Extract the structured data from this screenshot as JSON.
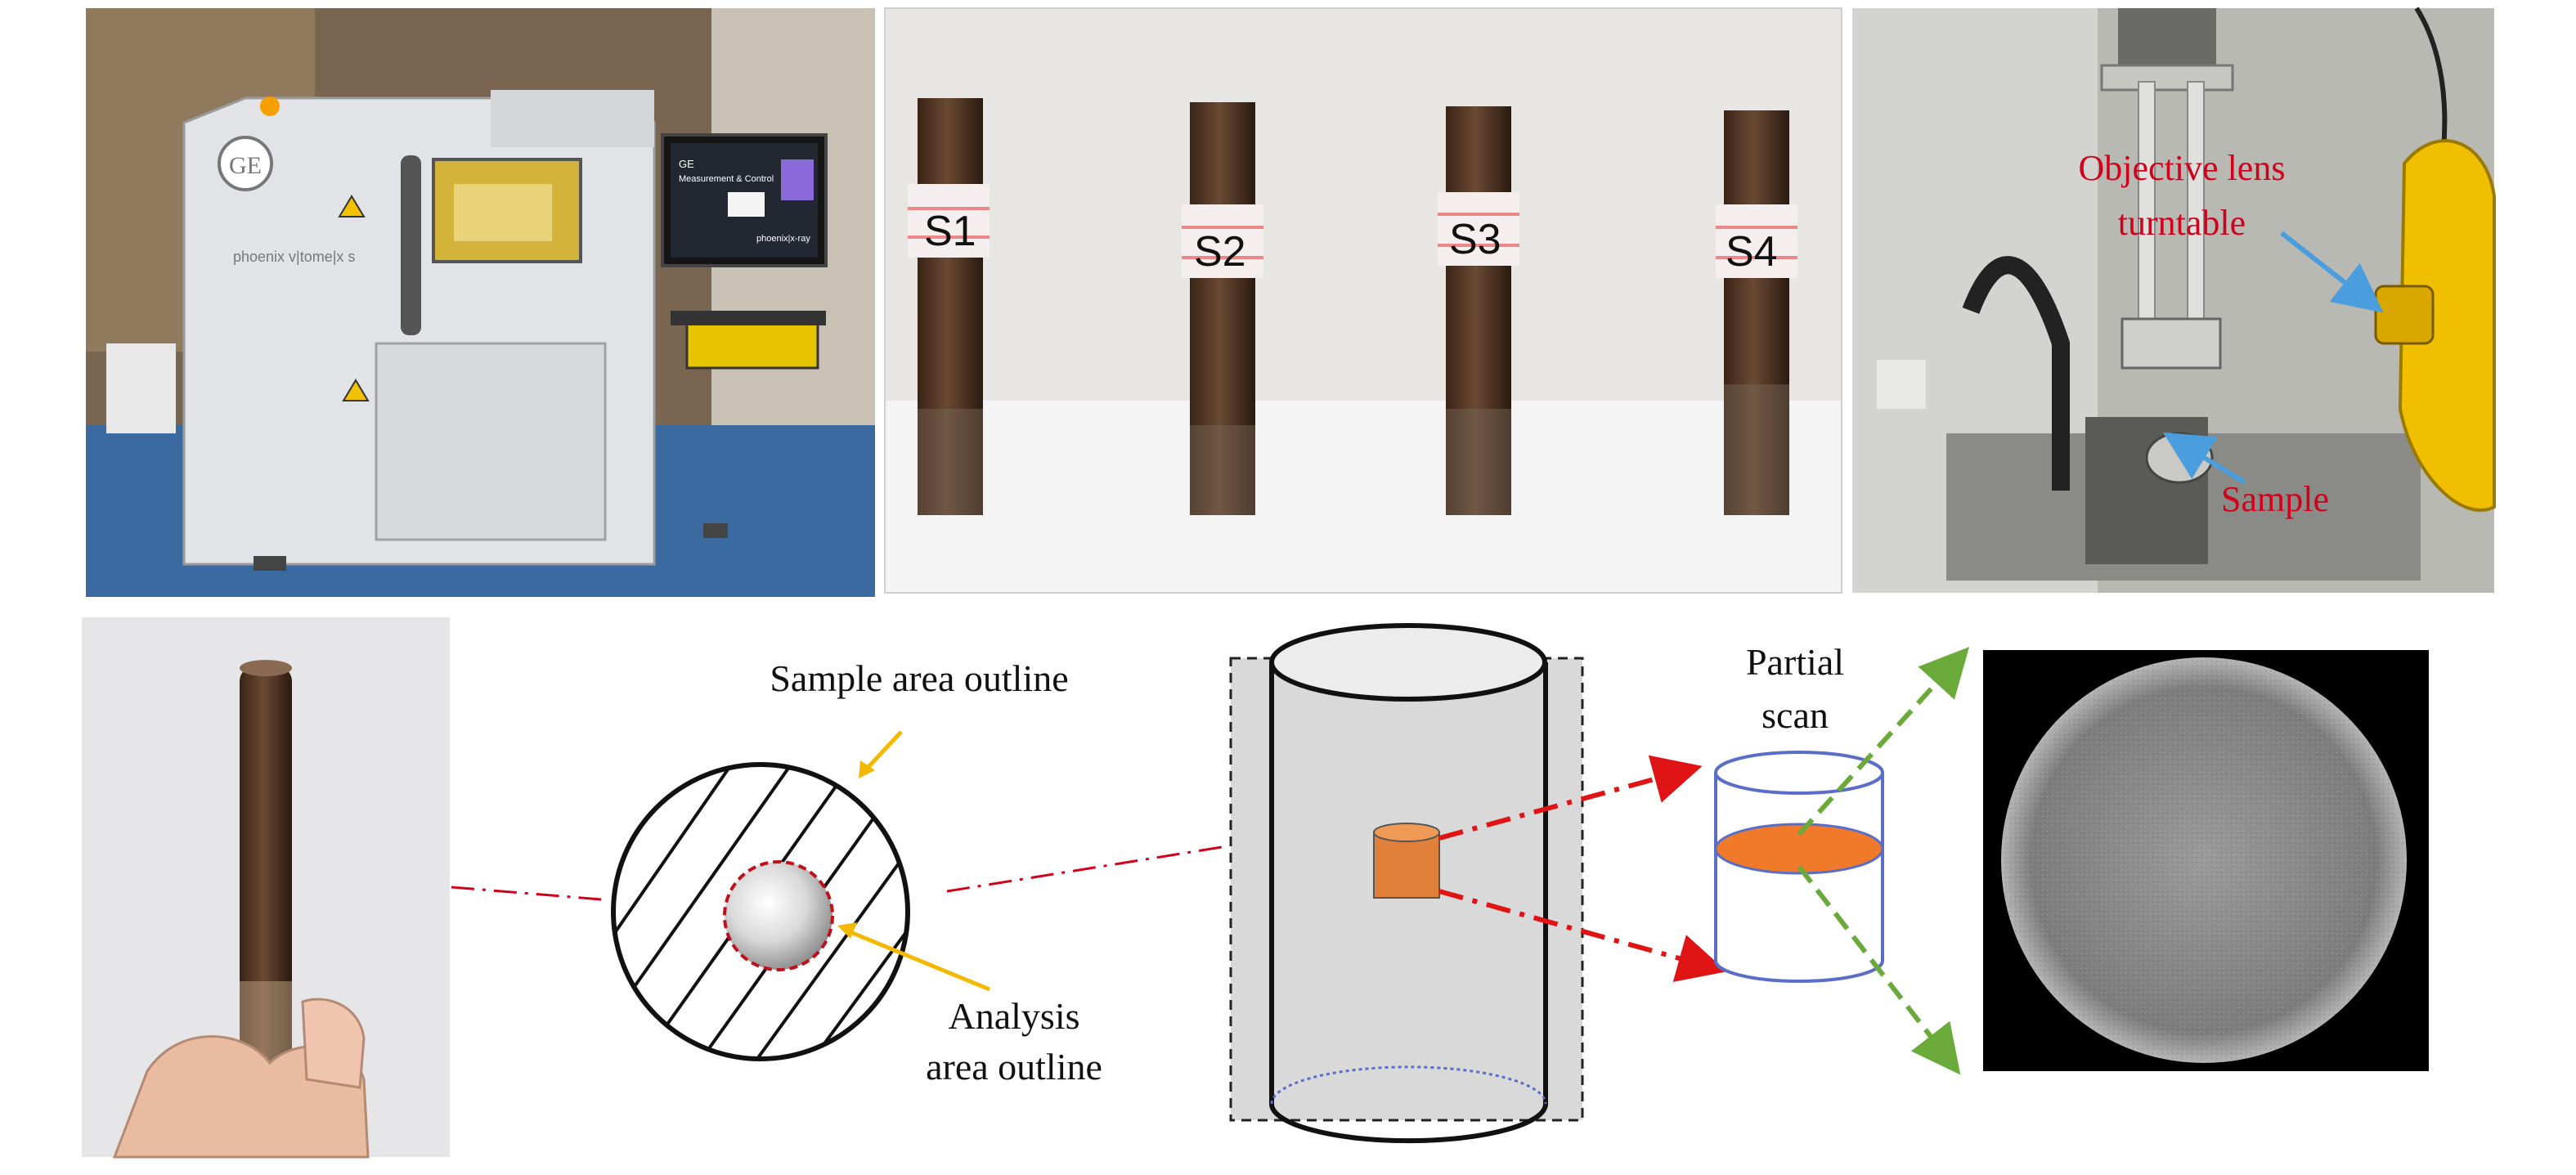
{
  "labels": {
    "objective_lens_line1": "Objective lens",
    "objective_lens_line2": "turntable",
    "sample": "Sample",
    "sample_area_outline": "Sample area outline",
    "analysis_area_line1": "Analysis",
    "analysis_area_line2": "area outline",
    "partial_scan_line1": "Partial",
    "partial_scan_line2": "scan"
  },
  "photos": {
    "ct_machine_brand": "GE",
    "ct_machine_model": "phoenix v|tome|x s",
    "ct_screen_title_1": "GE",
    "ct_screen_title_2": "Measurement & Control",
    "ct_screen_brand": "phoenix|x-ray",
    "specimens": [
      "S1",
      "S2",
      "S3",
      "S4"
    ]
  },
  "colors": {
    "annotation_red": "#d0021b",
    "pointer_blue": "#4a9ede",
    "pointer_yellow": "#f5b800",
    "dash_red": "#e01414",
    "dash_green": "#6aaa3a",
    "sample_orange": "#f07a2a",
    "cylinder_blue": "#5a6ec8"
  }
}
